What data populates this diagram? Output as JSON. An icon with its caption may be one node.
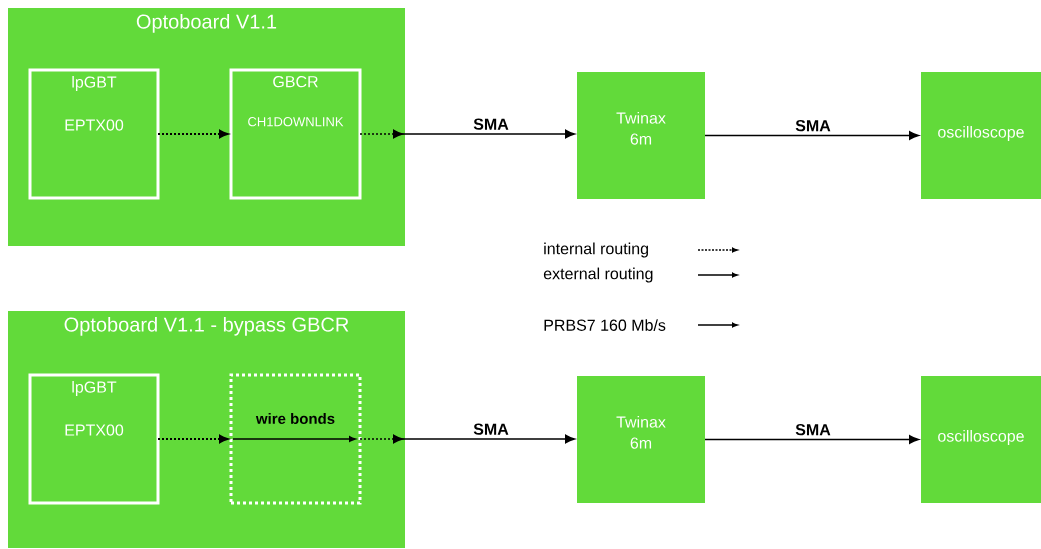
{
  "diagram": {
    "nodes": [
      {
        "text": [
          "Optoboard V1.1"
        ]
      },
      {
        "text": [
          "lpGBT",
          "EPTX00"
        ],
        "in": 0
      },
      {
        "text": [
          "GBCR",
          "CH1DOWNLINK"
        ],
        "in": 0
      },
      {
        "text": [
          "Twinax 6m"
        ]
      },
      {
        "text": [
          "oscilloscope"
        ]
      },
      {
        "text": [
          "Optoboard V1.1 - bypass GBCR"
        ]
      },
      {
        "text": [
          "lpGBT",
          "EPTX00"
        ],
        "in": 5
      },
      {
        "text": [
          "wire bonds"
        ],
        "in": 5
      },
      {
        "text": [
          "Twinax 6m"
        ]
      },
      {
        "text": [
          "oscilloscope"
        ]
      }
    ],
    "edges": [
      {
        "from": 1,
        "to": 2,
        "arrow": "to",
        "style": "dashed"
      },
      {
        "from": 2,
        "to": 3,
        "arrow": "to",
        "label": "SMA",
        "style": "dashed"
      },
      {
        "from": 3,
        "to": 4,
        "arrow": "to",
        "label": "SMA"
      },
      {
        "from": 6,
        "to": 7,
        "arrow": "to",
        "style": "dashed"
      },
      {
        "from": 7,
        "to": 8,
        "arrow": "to",
        "label": "SMA",
        "style": "dashed"
      },
      {
        "from": 8,
        "to": 9,
        "arrow": "to",
        "label": "SMA"
      }
    ],
    "legend": [
      {
        "text": "internal routing"
      },
      {
        "text": "external routing"
      },
      {
        "text": "PRBS7 160 Mb/s"
      }
    ]
  }
}
